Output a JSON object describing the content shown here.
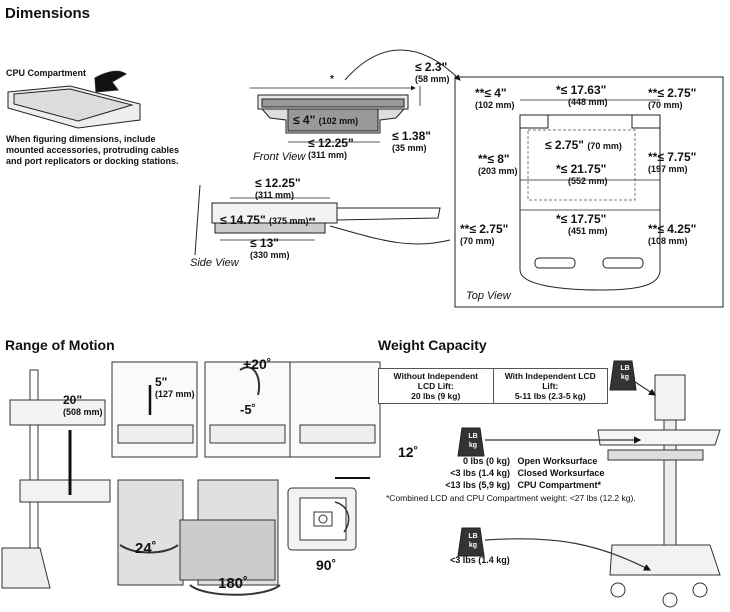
{
  "dimensions": {
    "title": "Dimensions",
    "cpu_label": "CPU Compartment",
    "cpu_note": "When figuring dimensions, include mounted accessories, protruding cables and port replicators or docking stations.",
    "front_view": {
      "label": "Front View",
      "top": "≤ 2.3\"",
      "top_mm": "(58 mm)",
      "inner": "≤ 4\"",
      "inner_mm": "(102 mm)",
      "width": "≤ 12.25\"",
      "width_mm": "(311 mm)",
      "depth": "≤ 1.38\"",
      "depth_mm": "(35 mm)",
      "star": "*"
    },
    "side_view": {
      "label": "Side View",
      "top": "≤ 12.25\"",
      "top_mm": "(311 mm)",
      "mid": "≤ 14.75\"",
      "mid_mm": "(375 mm)**",
      "bottom": "≤ 13\"",
      "bottom_mm": "(330 mm)"
    },
    "top_view": {
      "label": "Top View",
      "d1": "**≤ 4\"",
      "d1_mm": "(102 mm)",
      "d2": "*≤ 17.63\"",
      "d2_mm": "(448 mm)",
      "d3": "**≤ 2.75\"",
      "d3_mm": "(70 mm)",
      "d4": "≤ 2.75\"",
      "d4_mm": "(70 mm)",
      "d5": "**≤ 8\"",
      "d5_mm": "(203 mm)",
      "d6": "*≤ 21.75\"",
      "d6_mm": "(552 mm)",
      "d7": "**≤ 7.75\"",
      "d7_mm": "(197 mm)",
      "d8": "**≤ 2.75\"",
      "d8_mm": "(70 mm)",
      "d9": "*≤ 17.75\"",
      "d9_mm": "(451 mm)",
      "d10": "**≤ 4.25\"",
      "d10_mm": "(108 mm)"
    }
  },
  "range_of_motion": {
    "title": "Range of Motion",
    "height": "20\"",
    "height_mm": "(508 mm)",
    "tilt_range": "5\"",
    "tilt_range_mm": "(127 mm)",
    "tilt_up": "+20˚",
    "tilt_down": "-5˚",
    "extend": "12˚",
    "swivel": "24˚",
    "rotate": "180˚",
    "monitor_rotate": "90˚"
  },
  "weight_capacity": {
    "title": "Weight Capacity",
    "col1_title": "Without Independent LCD Lift:",
    "col1_value": "20 lbs (9 kg)",
    "col2_title": "With Independent LCD Lift:",
    "col2_value": "5-11 lbs (2.3-5 kg)",
    "items": [
      {
        "weight": "0 lbs (0 kg)",
        "desc": "Open Worksurface"
      },
      {
        "weight": "<3 lbs (1.4 kg)",
        "desc": "Closed Worksurface"
      },
      {
        "weight": "<13 lbs (5,9 kg)",
        "desc": "CPU Compartment*"
      }
    ],
    "footnote": "*Combined LCD and CPU Compartment weight: <27 lbs (12.2 kg).",
    "bottom_weight": "<3 lbs (1.4 kg)",
    "icon_lb": "LB",
    "icon_kg": "kg"
  }
}
